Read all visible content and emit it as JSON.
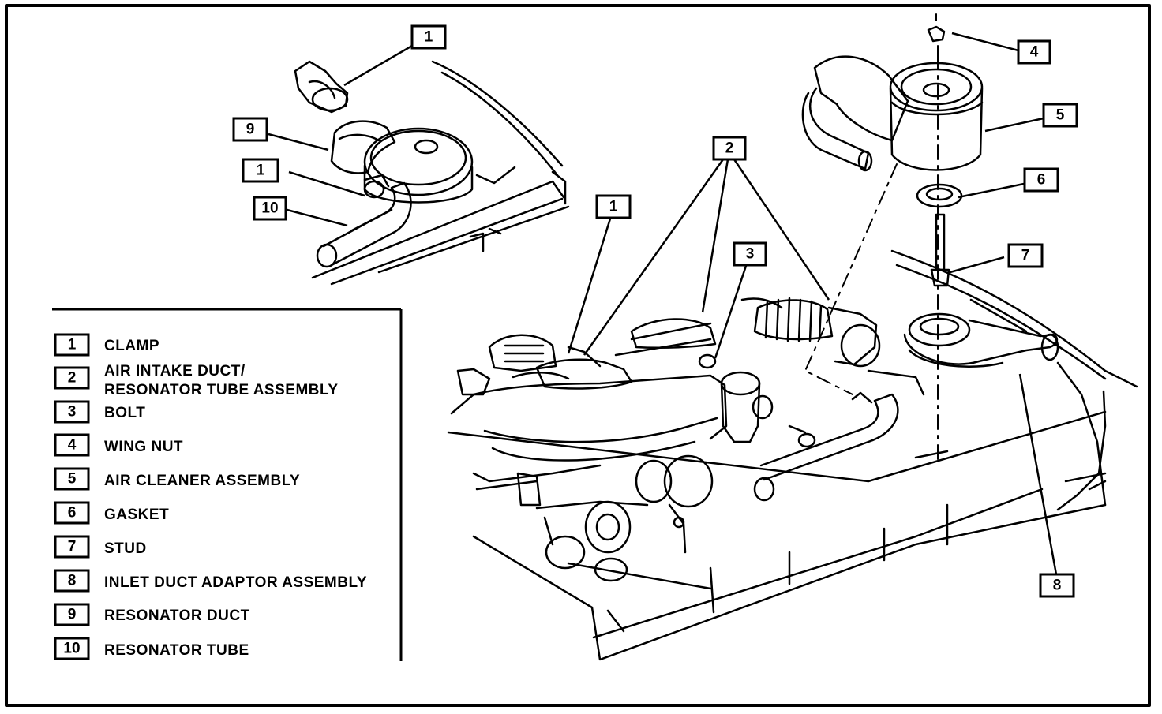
{
  "callouts": [
    {
      "n": "1"
    },
    {
      "n": "9"
    },
    {
      "n": "1"
    },
    {
      "n": "10"
    },
    {
      "n": "2"
    },
    {
      "n": "1"
    },
    {
      "n": "3"
    },
    {
      "n": "4"
    },
    {
      "n": "5"
    },
    {
      "n": "6"
    },
    {
      "n": "7"
    },
    {
      "n": "8"
    }
  ],
  "legend": [
    {
      "num": "1",
      "lines": [
        "CLAMP"
      ]
    },
    {
      "num": "2",
      "lines": [
        "AIR INTAKE DUCT/",
        "RESONATOR TUBE ASSEMBLY"
      ]
    },
    {
      "num": "3",
      "lines": [
        "BOLT"
      ]
    },
    {
      "num": "4",
      "lines": [
        "WING NUT"
      ]
    },
    {
      "num": "5",
      "lines": [
        "AIR CLEANER ASSEMBLY"
      ]
    },
    {
      "num": "6",
      "lines": [
        "GASKET"
      ]
    },
    {
      "num": "7",
      "lines": [
        "STUD"
      ]
    },
    {
      "num": "8",
      "lines": [
        "INLET DUCT ADAPTOR ASSEMBLY"
      ]
    },
    {
      "num": "9",
      "lines": [
        "RESONATOR DUCT"
      ]
    },
    {
      "num": "10",
      "lines": [
        "RESONATOR TUBE"
      ]
    }
  ]
}
